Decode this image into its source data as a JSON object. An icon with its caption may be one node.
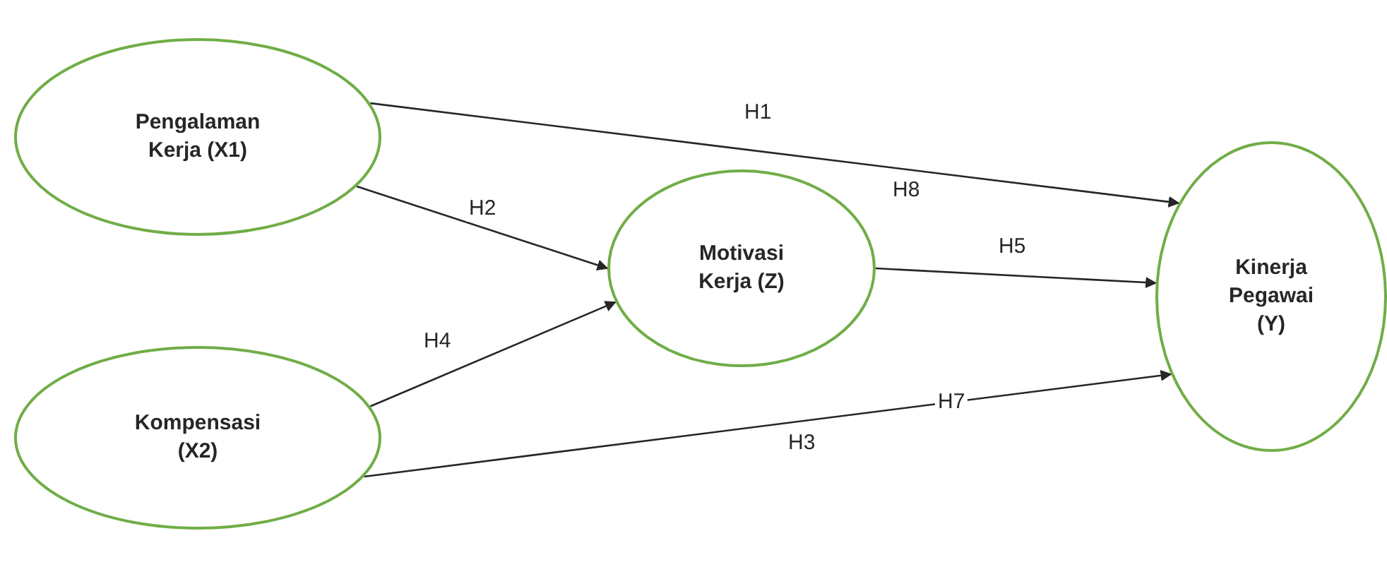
{
  "diagram": {
    "nodes": [
      {
        "text": [
          "Pengalaman Kerja (X1)"
        ]
      },
      {
        "text": [
          "Kompensasi (X2)"
        ]
      },
      {
        "text": [
          "Motivasi Kerja (Z)"
        ]
      },
      {
        "text": [
          "Kinerja Pegawai (Y)"
        ]
      }
    ],
    "edges": [
      {
        "from": 0,
        "to": 3,
        "arrow": "to",
        "label": "H1"
      },
      {
        "from": 0,
        "to": 2,
        "arrow": "to",
        "label": "H2"
      },
      {
        "from": 1,
        "to": 2,
        "arrow": "to",
        "label": "H4"
      },
      {
        "from": 2,
        "to": 3,
        "arrow": "to",
        "label": "H5"
      },
      {
        "from": 1,
        "to": 3,
        "arrow": "to",
        "label": "H3"
      }
    ],
    "labels": [
      "H8",
      "H7"
    ]
  }
}
